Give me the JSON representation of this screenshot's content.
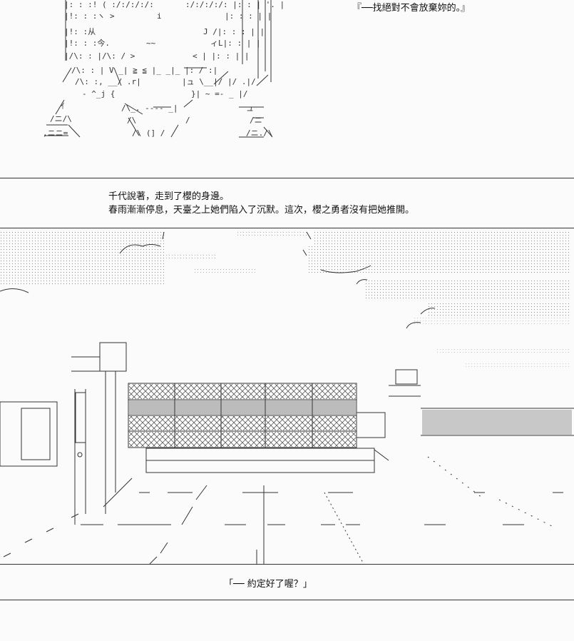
{
  "panel_top": {
    "quote": "『──找絕對不會放棄妳的。』"
  },
  "panel_middle": {
    "narration_line_1": "千代說著，走到了櫻的身邊。",
    "narration_line_2": "春雨漸漸停息，天臺之上她們陷入了沉默。這次，櫻之勇者沒有把她推開。"
  },
  "panel_bottom": {
    "quote": "「── 約定好了喔？」"
  }
}
